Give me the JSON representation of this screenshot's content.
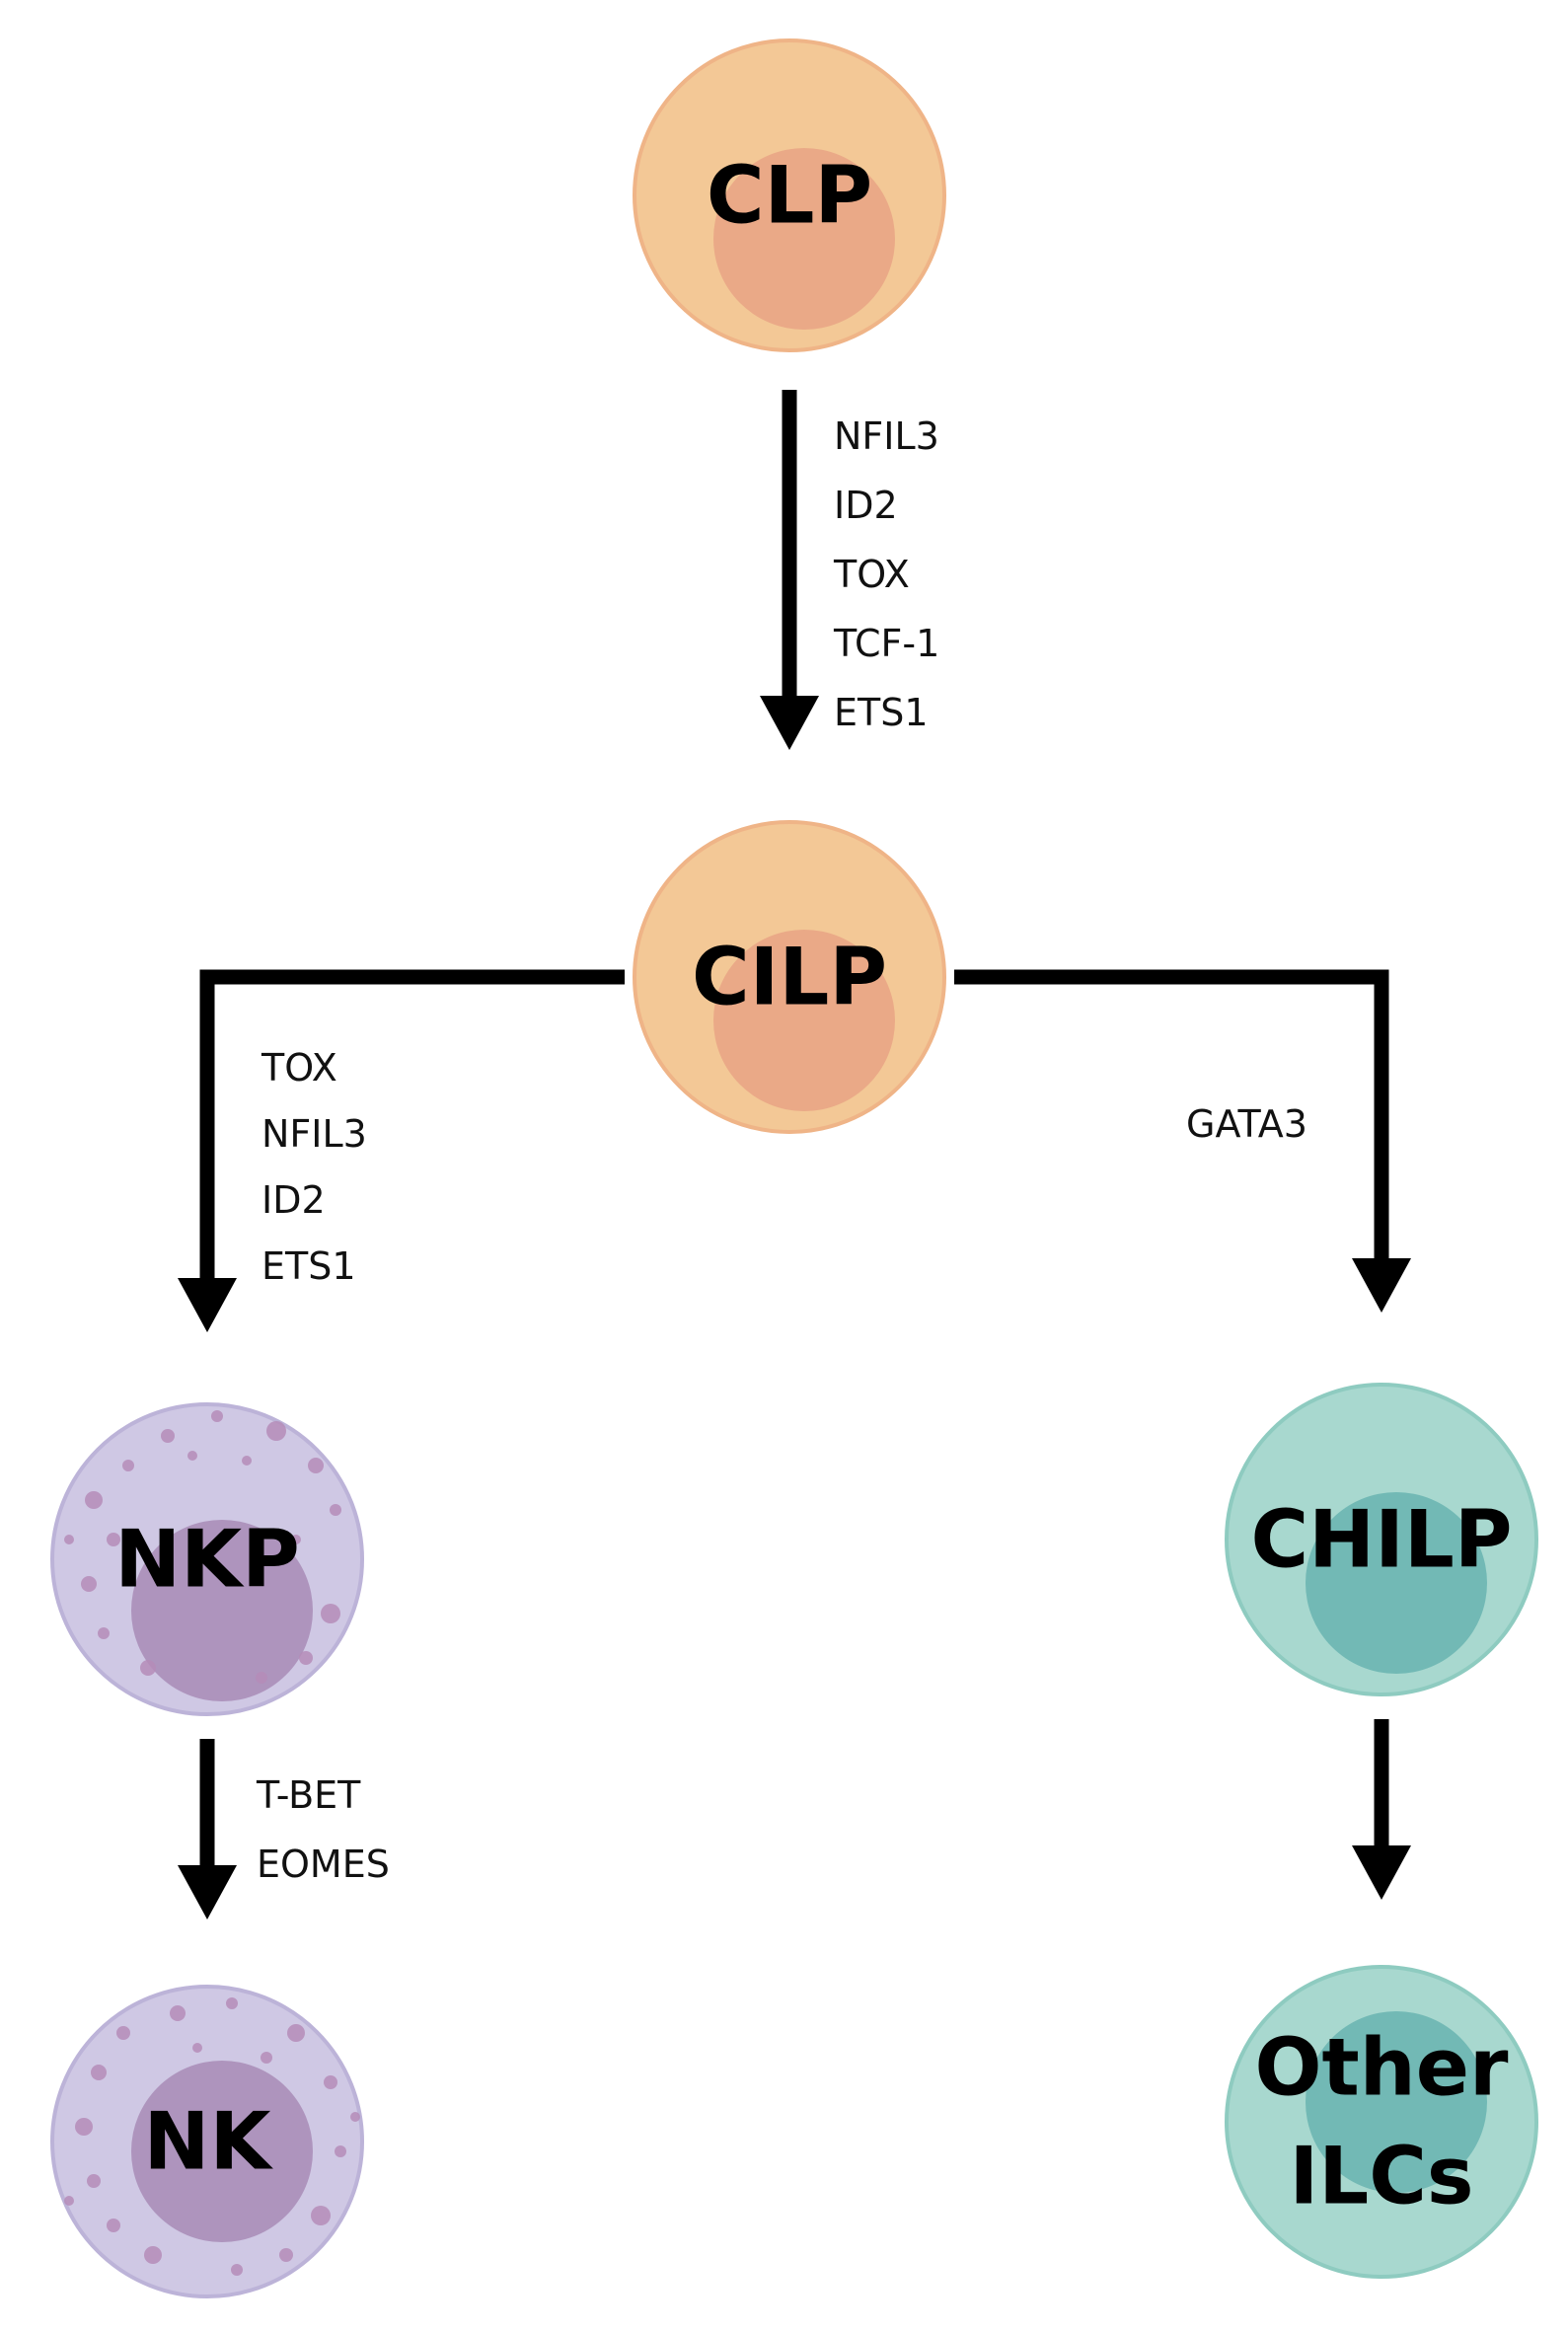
{
  "diagram": {
    "nodes": [
      {
        "id": "clp",
        "label_lines": [
          "CLP"
        ],
        "type": "progenitor"
      },
      {
        "id": "cilp",
        "label_lines": [
          "CILP"
        ],
        "type": "progenitor"
      },
      {
        "id": "nkp",
        "label_lines": [
          "NKP"
        ],
        "type": "nk"
      },
      {
        "id": "nk",
        "label_lines": [
          "NK"
        ],
        "type": "nk"
      },
      {
        "id": "chilp",
        "label_lines": [
          "CHILP"
        ],
        "type": "ilc"
      },
      {
        "id": "other-ilcs",
        "label_lines": [
          "Other",
          "ILCs"
        ],
        "type": "ilc"
      }
    ],
    "edges": [
      {
        "id": "clp-to-cilp",
        "from": "clp",
        "to": "cilp",
        "factors": [
          "NFIL3",
          "ID2",
          "TOX",
          "TCF-1",
          "ETS1"
        ]
      },
      {
        "id": "cilp-to-nkp",
        "from": "cilp",
        "to": "nkp",
        "factors": [
          "TOX",
          "NFIL3",
          "ID2",
          "ETS1"
        ]
      },
      {
        "id": "cilp-to-chilp",
        "from": "cilp",
        "to": "chilp",
        "factors": [
          "GATA3"
        ]
      },
      {
        "id": "nkp-to-nk",
        "from": "nkp",
        "to": "nk",
        "factors": [
          "T-BET",
          "EOMES"
        ]
      },
      {
        "id": "chilp-to-other-ilcs",
        "from": "chilp",
        "to": "other-ilcs",
        "factors": []
      }
    ]
  },
  "colors": {
    "progenitor_outer": "#f3c896",
    "progenitor_outer_stroke": "#efb487",
    "progenitor_nucleus": "#eaa987",
    "nk_outer": "#cfc8e4",
    "nk_outer_stroke": "#bcb3d8",
    "nk_nucleus": "#ae94bd",
    "nk_granule": "#b58cb8",
    "ilc_outer": "#a8d8cf",
    "ilc_outer_stroke": "#8ecbc0",
    "ilc_nucleus": "#72b9b5",
    "arrow": "#000000"
  }
}
